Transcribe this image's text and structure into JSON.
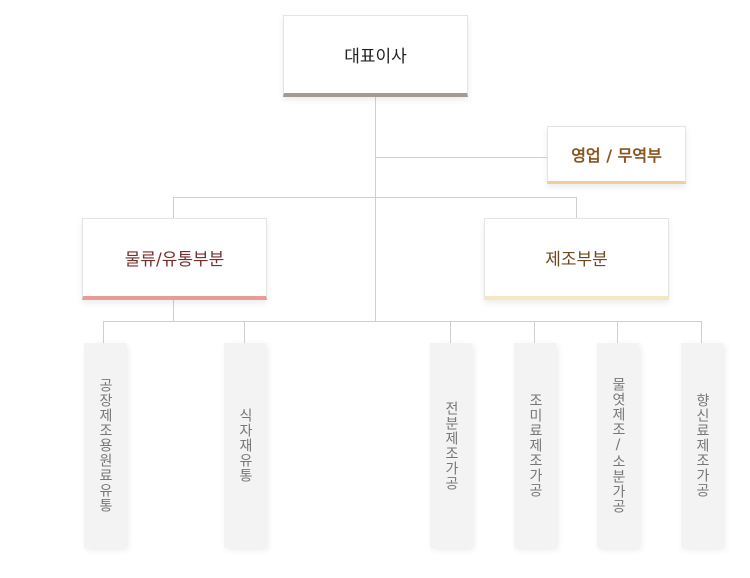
{
  "ceo": {
    "label": "대표이사",
    "accent": "#a39a92",
    "text_color": "#222222"
  },
  "sales": {
    "label": "영업 / 무역부",
    "accent": "#f2cc9e",
    "text_color": "#8a5520"
  },
  "logistics": {
    "label": "물류/유통부분",
    "accent": "#e89b98",
    "text_color": "#7a2f2f"
  },
  "manufacturing": {
    "label": "제조부분",
    "accent": "#f6e7c4",
    "text_color": "#6b4a22"
  },
  "units": [
    {
      "label": "공장제조용원료유통"
    },
    {
      "label": "식자재유통"
    },
    {
      "label": "전분제조가공"
    },
    {
      "label": "조미료제조가공"
    },
    {
      "label": "물엿제조/소분가공"
    },
    {
      "label": "향신료제조가공"
    }
  ]
}
